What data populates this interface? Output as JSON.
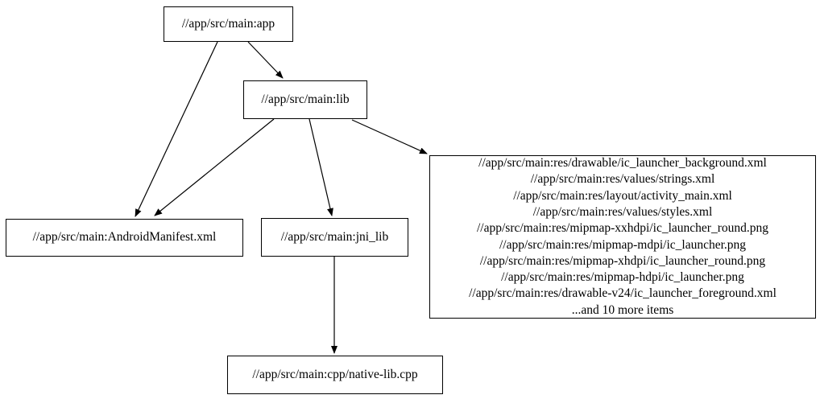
{
  "diagram": {
    "type": "dependency-graph",
    "background_color": "#ffffff",
    "node_border_color": "#000000",
    "node_fill_color": "#ffffff",
    "edge_color": "#000000",
    "nodes": {
      "app": {
        "label": "//app/src/main:app"
      },
      "lib": {
        "label": "//app/src/main:lib"
      },
      "manifest": {
        "label": "//app/src/main:AndroidManifest.xml"
      },
      "jni_lib": {
        "label": "//app/src/main:jni_lib"
      },
      "res_group": {
        "lines": [
          "//app/src/main:res/drawable/ic_launcher_background.xml",
          "//app/src/main:res/values/strings.xml",
          "//app/src/main:res/layout/activity_main.xml",
          "//app/src/main:res/values/styles.xml",
          "//app/src/main:res/mipmap-xxhdpi/ic_launcher_round.png",
          "//app/src/main:res/mipmap-mdpi/ic_launcher.png",
          "//app/src/main:res/mipmap-xhdpi/ic_launcher_round.png",
          "//app/src/main:res/mipmap-hdpi/ic_launcher.png",
          "//app/src/main:res/drawable-v24/ic_launcher_foreground.xml",
          "...and 10 more items"
        ]
      },
      "native_lib": {
        "label": "//app/src/main:cpp/native-lib.cpp"
      }
    },
    "edges": [
      {
        "from": "app",
        "to": "lib"
      },
      {
        "from": "app",
        "to": "manifest"
      },
      {
        "from": "lib",
        "to": "manifest"
      },
      {
        "from": "lib",
        "to": "jni_lib"
      },
      {
        "from": "lib",
        "to": "res_group"
      },
      {
        "from": "jni_lib",
        "to": "native_lib"
      }
    ]
  }
}
